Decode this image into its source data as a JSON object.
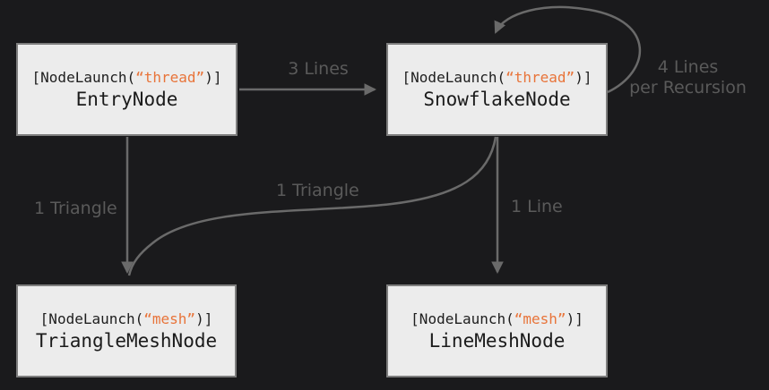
{
  "diagram": {
    "description": "Work graph node diagram",
    "colors": {
      "background": "#1a1a1c",
      "node_fill": "#ececec",
      "node_border": "#7e7e7e",
      "node_text": "#1b1b1b",
      "accent_param_orange": "#e8743a",
      "arrow_gray": "#6a6a6a",
      "edge_label_gray": "#5a5a5a"
    },
    "nodes": {
      "entry": {
        "attr_prefix": "[NodeLaunch(",
        "attr_param": "“thread”",
        "attr_suffix": ")]",
        "title": "EntryNode"
      },
      "snowflake": {
        "attr_prefix": "[NodeLaunch(",
        "attr_param": "“thread”",
        "attr_suffix": ")]",
        "title": "SnowflakeNode"
      },
      "trianglemesh": {
        "attr_prefix": "[NodeLaunch(",
        "attr_param": "“mesh”",
        "attr_suffix": ")]",
        "title": "TriangleMeshNode"
      },
      "linemesh": {
        "attr_prefix": "[NodeLaunch(",
        "attr_param": "“mesh”",
        "attr_suffix": ")]",
        "title": "LineMeshNode"
      }
    },
    "edges": {
      "entry_to_snowflake": {
        "label": "3 Lines"
      },
      "snowflake_self_loop": {
        "label_line1": "4 Lines",
        "label_line2": "per Recursion"
      },
      "entry_to_trianglemesh": {
        "label": "1 Triangle"
      },
      "snowflake_to_trianglemesh": {
        "label": "1 Triangle"
      },
      "snowflake_to_linemesh": {
        "label": "1 Line"
      }
    }
  }
}
